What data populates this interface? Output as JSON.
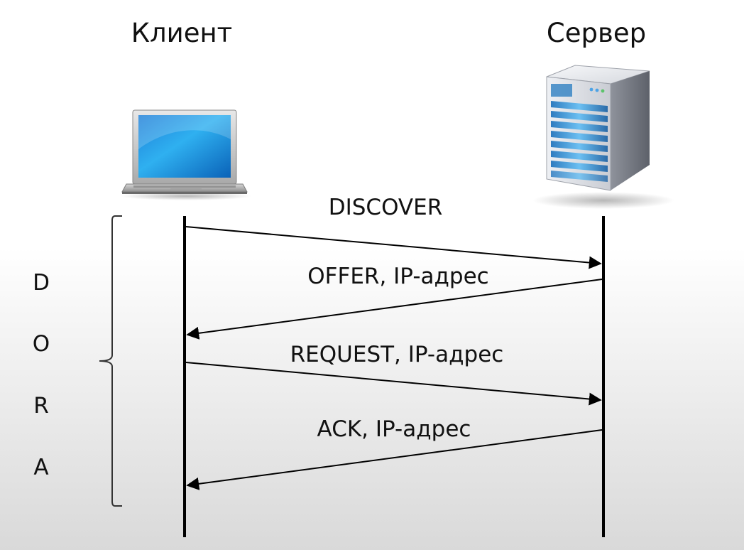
{
  "participants": {
    "client_label": "Клиент",
    "server_label": "Сервер"
  },
  "messages": [
    {
      "label": "DISCOVER",
      "from": "client",
      "to": "server"
    },
    {
      "label": "OFFER, IP-адрес",
      "from": "server",
      "to": "client"
    },
    {
      "label": "REQUEST, IP-адрес",
      "from": "client",
      "to": "server"
    },
    {
      "label": "ACK, IP-адрес",
      "from": "server",
      "to": "client"
    }
  ],
  "dora_letters": [
    "D",
    "O",
    "R",
    "A"
  ],
  "colors": {
    "line": "#000000",
    "text": "#111111",
    "bracket": "#333333"
  }
}
